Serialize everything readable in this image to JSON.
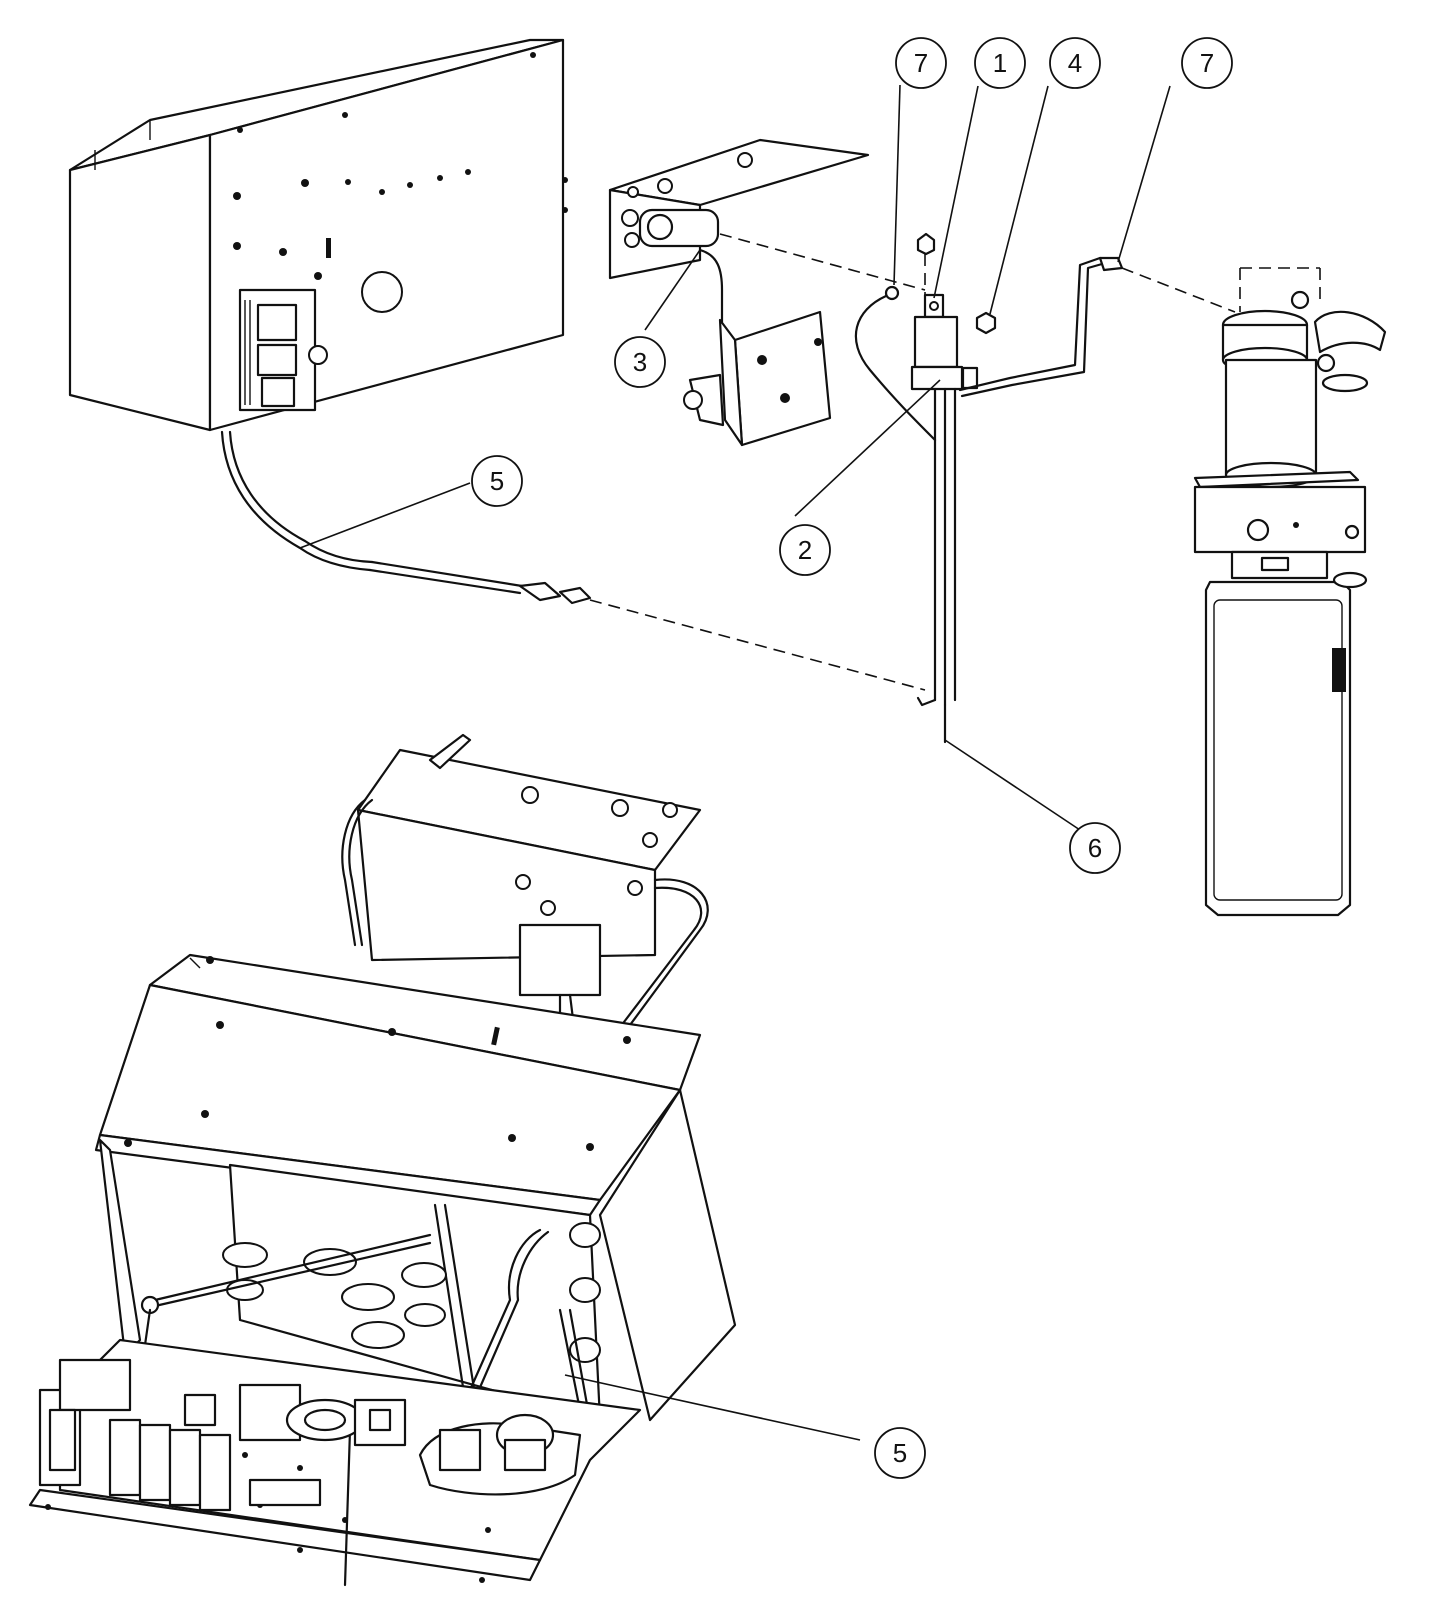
{
  "callouts": [
    {
      "id": "c7a",
      "label": "7"
    },
    {
      "id": "c1",
      "label": "1"
    },
    {
      "id": "c4",
      "label": "4"
    },
    {
      "id": "c7b",
      "label": "7"
    },
    {
      "id": "c3",
      "label": "3"
    },
    {
      "id": "c5a",
      "label": "5"
    },
    {
      "id": "c2",
      "label": "2"
    },
    {
      "id": "c6",
      "label": "6"
    },
    {
      "id": "c5b",
      "label": "5"
    }
  ]
}
